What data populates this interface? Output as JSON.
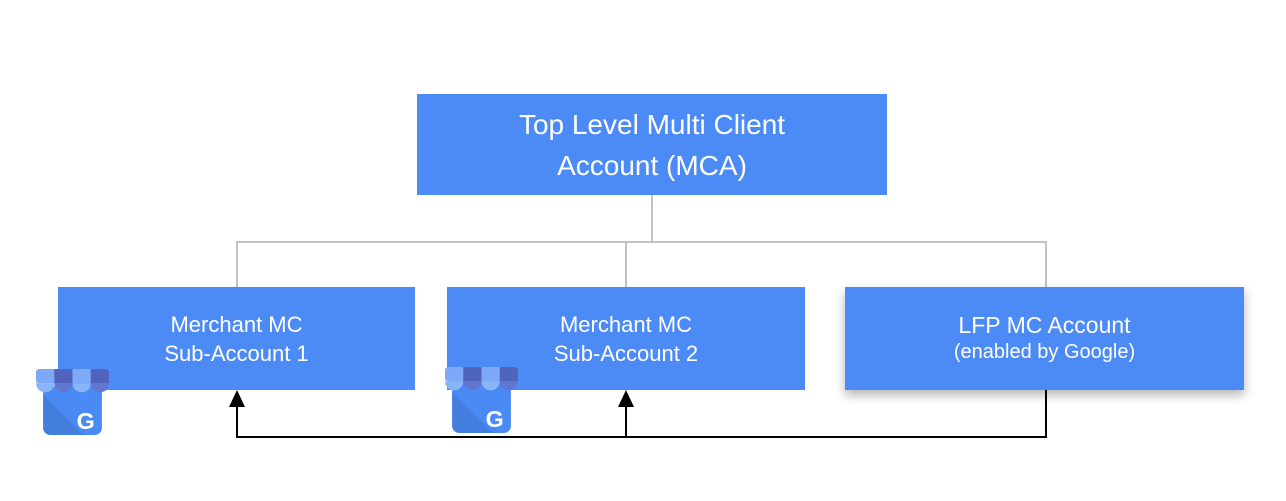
{
  "title": "Merchant Center account hierarchy diagram",
  "colors": {
    "page_bg": "#ffffff",
    "box_blue": "#4C8BF5",
    "connector_gray": "#C2C2C2",
    "connector_black": "#000000",
    "text_white": "#ffffff",
    "gmb_awning_light": "#7DA9F7",
    "gmb_awning_dark": "#5064BE",
    "gmb_scallop_light": "#8AB4F8",
    "gmb_scallop_dark": "#6077D0",
    "gmb_body": "#4A8AF4"
  },
  "nodes": {
    "mca": {
      "line1": "Top Level Multi Client",
      "line2": "Account (MCA)"
    },
    "sub1": {
      "line1": "Merchant MC",
      "line2": "Sub-Account 1"
    },
    "sub2": {
      "line1": "Merchant MC",
      "line2": "Sub-Account 2"
    },
    "lfp": {
      "line1": "LFP MC Account",
      "line2": "(enabled by Google)"
    }
  },
  "edges": [
    {
      "from": "mca",
      "to": "sub1",
      "style": "plain-line"
    },
    {
      "from": "mca",
      "to": "sub2",
      "style": "plain-line"
    },
    {
      "from": "mca",
      "to": "lfp",
      "style": "plain-line"
    },
    {
      "from": "lfp",
      "to": "sub1",
      "style": "arrow"
    },
    {
      "from": "lfp",
      "to": "sub2",
      "style": "arrow"
    }
  ],
  "icons": {
    "gmb_name": "google-my-business-storefront",
    "gmb_letter": "G"
  }
}
